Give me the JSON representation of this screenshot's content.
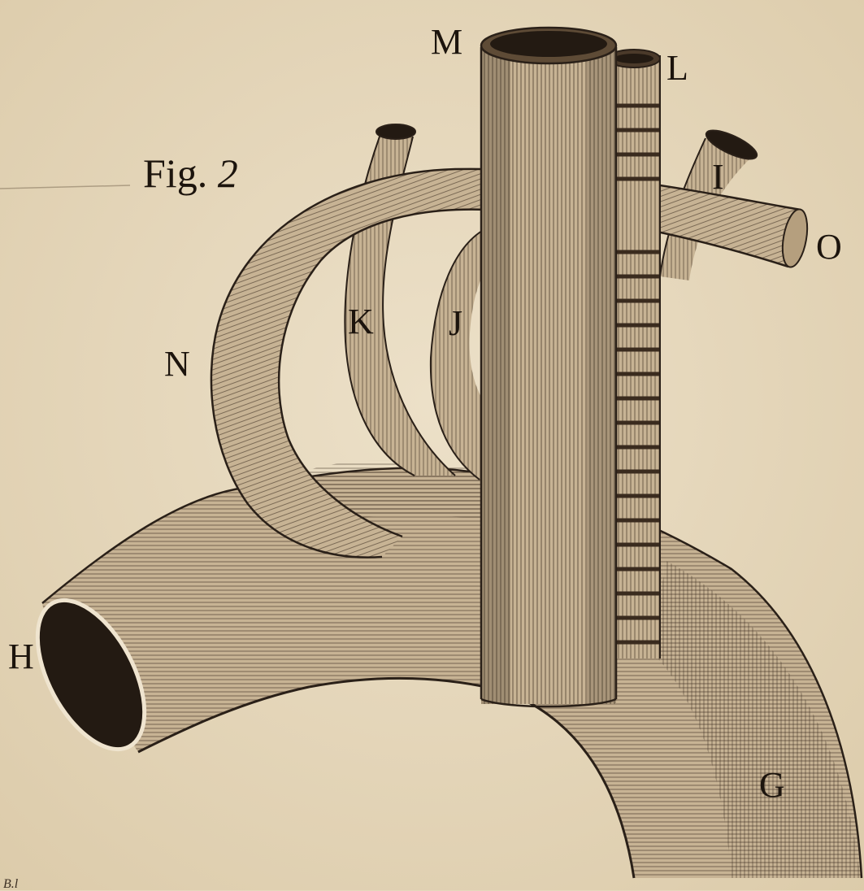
{
  "figure": {
    "prefix": "Fig.",
    "number": "2"
  },
  "labels": {
    "M": "M",
    "L": "L",
    "I": "I",
    "O": "O",
    "K": "K",
    "J": "J",
    "N": "N",
    "H": "H",
    "G": "G"
  },
  "corner_mark": "B.l",
  "colors": {
    "paper": "#e6d8bd",
    "ink": "#1c140d",
    "vessel": "#c7b394",
    "shadow": "#5e4b36",
    "lumen": "#231a12"
  }
}
